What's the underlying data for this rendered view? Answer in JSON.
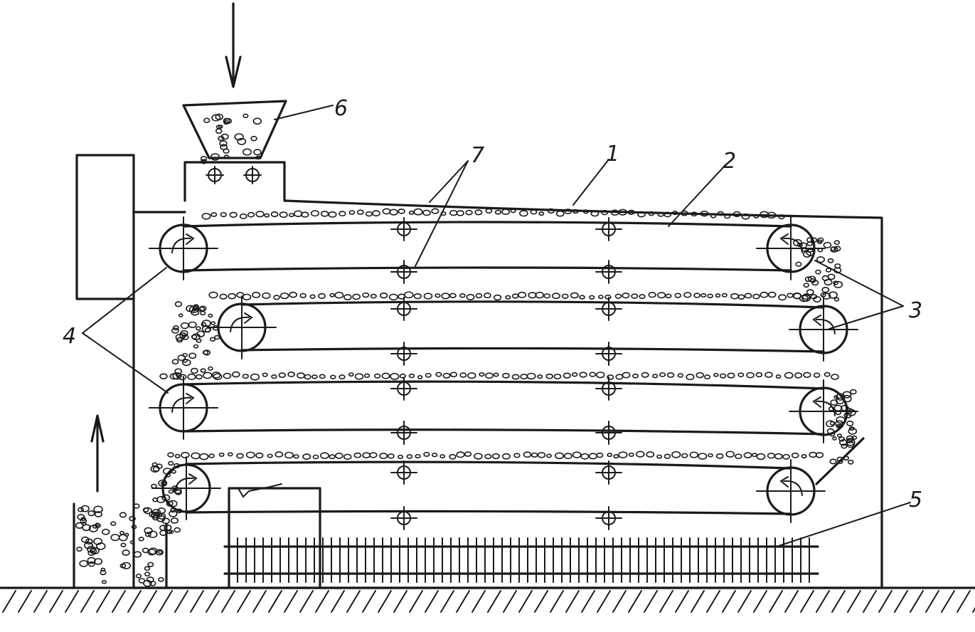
{
  "labels": {
    "belt": "1",
    "material_layer": "2",
    "drive_drums_right": "3",
    "drums_left": "4",
    "heater": "5",
    "hopper": "6",
    "support_rollers": "7"
  },
  "colors": {
    "ink": "#1a1a1a",
    "paper": "#ffffff"
  }
}
